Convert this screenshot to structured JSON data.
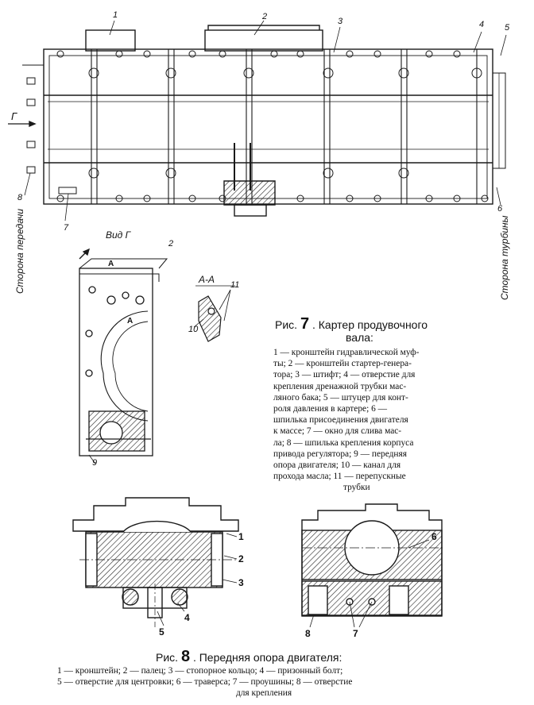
{
  "fig7": {
    "callouts": {
      "n1": "1",
      "n2": "2",
      "n3": "3",
      "n4": "4",
      "n5": "5",
      "n6": "6",
      "n7": "7",
      "n8": "8",
      "arrowG": "Г"
    },
    "side_front": "Сторона передачи",
    "side_turbine": "Сторона турбины",
    "view_g": {
      "title": "Вид Г",
      "n2": "2",
      "a1": "А",
      "a2": "А",
      "n9": "9"
    },
    "section_aa": {
      "title": "А-А",
      "n11": "11",
      "n10": "10"
    },
    "caption": {
      "prefix": "Рис.",
      "num": "7",
      "title_line1": ". Картер продувочного",
      "title_line2": "вала:"
    },
    "legend_lines": [
      "1 — кронштейн гидравлической муф-",
      "ты; 2 — кронштейн стартер-генера-",
      "тора; 3 — штифт; 4 — отверстие для",
      "крепления дренажной трубки мас-",
      "ляного бака; 5 — штуцер для конт-",
      "роля давления в картере; 6 —",
      "шпилька присоединения двигателя",
      "к массе; 7 — окно для слива мас-",
      "ла; 8 — шпилька крепления корпуса",
      "привода регулятора; 9 — передняя",
      "опора двигателя; 10 — канал для",
      "прохода масла; 11 — перепускные",
      "трубки"
    ]
  },
  "fig8": {
    "callouts": {
      "n1": "1",
      "n2": "2",
      "n3": "3",
      "n4": "4",
      "n5": "5",
      "n6": "6",
      "n7": "7",
      "n8": "8"
    },
    "caption": {
      "prefix": "Рис.",
      "num": "8",
      "title": ". Передняя опора двигателя:"
    },
    "legend_lines": [
      "1 — кронштейн; 2 — палец; 3 — стопорное кольцо; 4 — призонный болт;",
      "5 — отверстие для центровки; 6 — траверса; 7 — проушины; 8 — отверстие",
      "для крепления"
    ]
  }
}
